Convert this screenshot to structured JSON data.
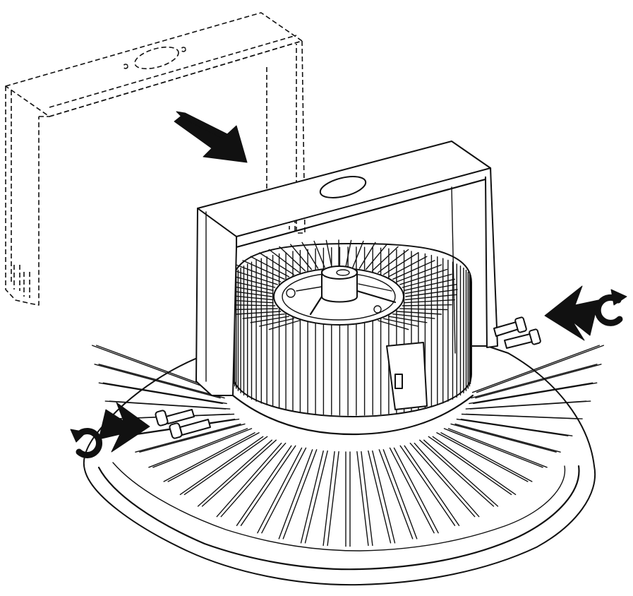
{
  "diagram": {
    "colors": {
      "ink": "#111111",
      "paper": "#ffffff"
    },
    "components": {
      "bracket_old": "dashed-mounting-bracket",
      "bracket_new": "mounting-bracket",
      "fixture": "high-bay-light-fixture",
      "screws": "bracket-screws"
    },
    "icons": {
      "insert_arrow": "arrow-down-right-icon",
      "screw_right": "screw-arrow-left-icon",
      "screw_left": "screw-arrow-right-icon",
      "rotate_cw": "rotate-clockwise-icon",
      "rotate_ccw": "rotate-counterclockwise-icon"
    }
  }
}
